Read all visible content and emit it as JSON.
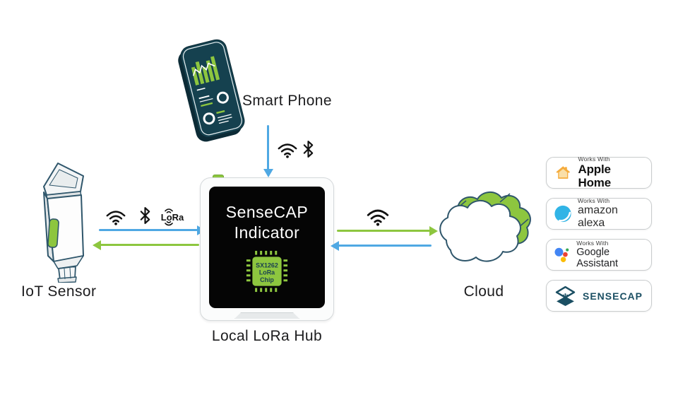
{
  "nodes": {
    "smart_phone": {
      "label": "Smart Phone"
    },
    "iot_sensor": {
      "label": "IoT Sensor"
    },
    "hub": {
      "label": "Local LoRa Hub",
      "screen_line1": "SenseCAP",
      "screen_line2": "Indicator",
      "chip": {
        "line1": "SX1262",
        "line2": "LoRa",
        "line3": "Chip"
      }
    },
    "cloud": {
      "label": "Cloud"
    }
  },
  "lora_icon_label": "LoRa",
  "connections": [
    {
      "from": "IoT Sensor",
      "to": "Local LoRa Hub",
      "protocols": [
        "WiFi",
        "Bluetooth",
        "LoRa"
      ],
      "direction": "bidirectional"
    },
    {
      "from": "Smart Phone",
      "to": "Local LoRa Hub",
      "protocols": [
        "WiFi",
        "Bluetooth"
      ],
      "direction": "to-hub"
    },
    {
      "from": "Local LoRa Hub",
      "to": "Cloud",
      "protocols": [
        "WiFi"
      ],
      "direction": "bidirectional"
    }
  ],
  "badges": [
    {
      "id": "apple-home",
      "works_with": "Works With",
      "product": "Apple Home"
    },
    {
      "id": "amazon-alexa",
      "works_with": "Works With",
      "product": "amazon alexa"
    },
    {
      "id": "google-assistant",
      "works_with": "Works With",
      "product": "Google Assistant"
    },
    {
      "id": "sensecap",
      "product": "SENSECAP"
    }
  ],
  "colors": {
    "green": "#8DC63F",
    "blue": "#4FA8E3",
    "outline": "#2F566B",
    "teal": "#1B4F63",
    "ink": "#1C1C1E"
  }
}
